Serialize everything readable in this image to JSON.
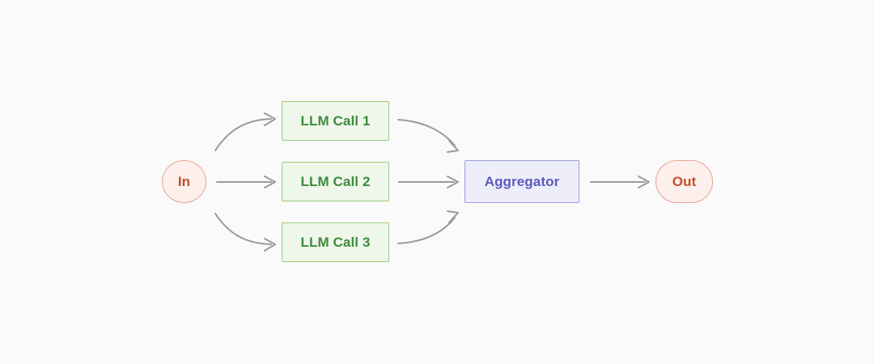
{
  "diagram": {
    "type": "flowchart",
    "orientation": "left-to-right",
    "background_color": "#fafafa",
    "nodes": [
      {
        "id": "in",
        "label": "In",
        "shape": "circle",
        "fill": "#fdf0ec",
        "border": "#e9a491",
        "text_color": "#c0502d"
      },
      {
        "id": "llm-call-1",
        "label": "LLM Call 1",
        "shape": "rectangle",
        "fill": "#eef7e9",
        "border": "#9ccb7c",
        "text_color": "#3d8c3c"
      },
      {
        "id": "llm-call-2",
        "label": "LLM Call 2",
        "shape": "rectangle",
        "fill": "#eef7e9",
        "border": "#9ccb7c",
        "text_color": "#3d8c3c"
      },
      {
        "id": "llm-call-3",
        "label": "LLM Call 3",
        "shape": "rectangle",
        "fill": "#eef7e9",
        "border": "#9ccb7c",
        "text_color": "#3d8c3c"
      },
      {
        "id": "aggregator",
        "label": "Aggregator",
        "shape": "rectangle",
        "fill": "#eeeefb",
        "border": "#9b9be2",
        "text_color": "#5a5abd"
      },
      {
        "id": "out",
        "label": "Out",
        "shape": "stadium",
        "fill": "#fdf0ec",
        "border": "#e9a491",
        "text_color": "#c0502d"
      }
    ],
    "edges": [
      {
        "id": "in-to-llm-1",
        "from": "in",
        "to": "llm-call-1",
        "style": "curved",
        "color": "#9a9a9a"
      },
      {
        "id": "in-to-llm-2",
        "from": "in",
        "to": "llm-call-2",
        "style": "straight",
        "color": "#9a9a9a"
      },
      {
        "id": "in-to-llm-3",
        "from": "in",
        "to": "llm-call-3",
        "style": "curved",
        "color": "#9a9a9a"
      },
      {
        "id": "llm-1-to-aggregator",
        "from": "llm-call-1",
        "to": "aggregator",
        "style": "curved",
        "color": "#9a9a9a"
      },
      {
        "id": "llm-2-to-aggregator",
        "from": "llm-call-2",
        "to": "aggregator",
        "style": "straight",
        "color": "#9a9a9a"
      },
      {
        "id": "llm-3-to-aggregator",
        "from": "llm-call-3",
        "to": "aggregator",
        "style": "curved",
        "color": "#9a9a9a"
      },
      {
        "id": "aggregator-to-out",
        "from": "aggregator",
        "to": "out",
        "style": "straight",
        "color": "#9a9a9a"
      }
    ]
  }
}
